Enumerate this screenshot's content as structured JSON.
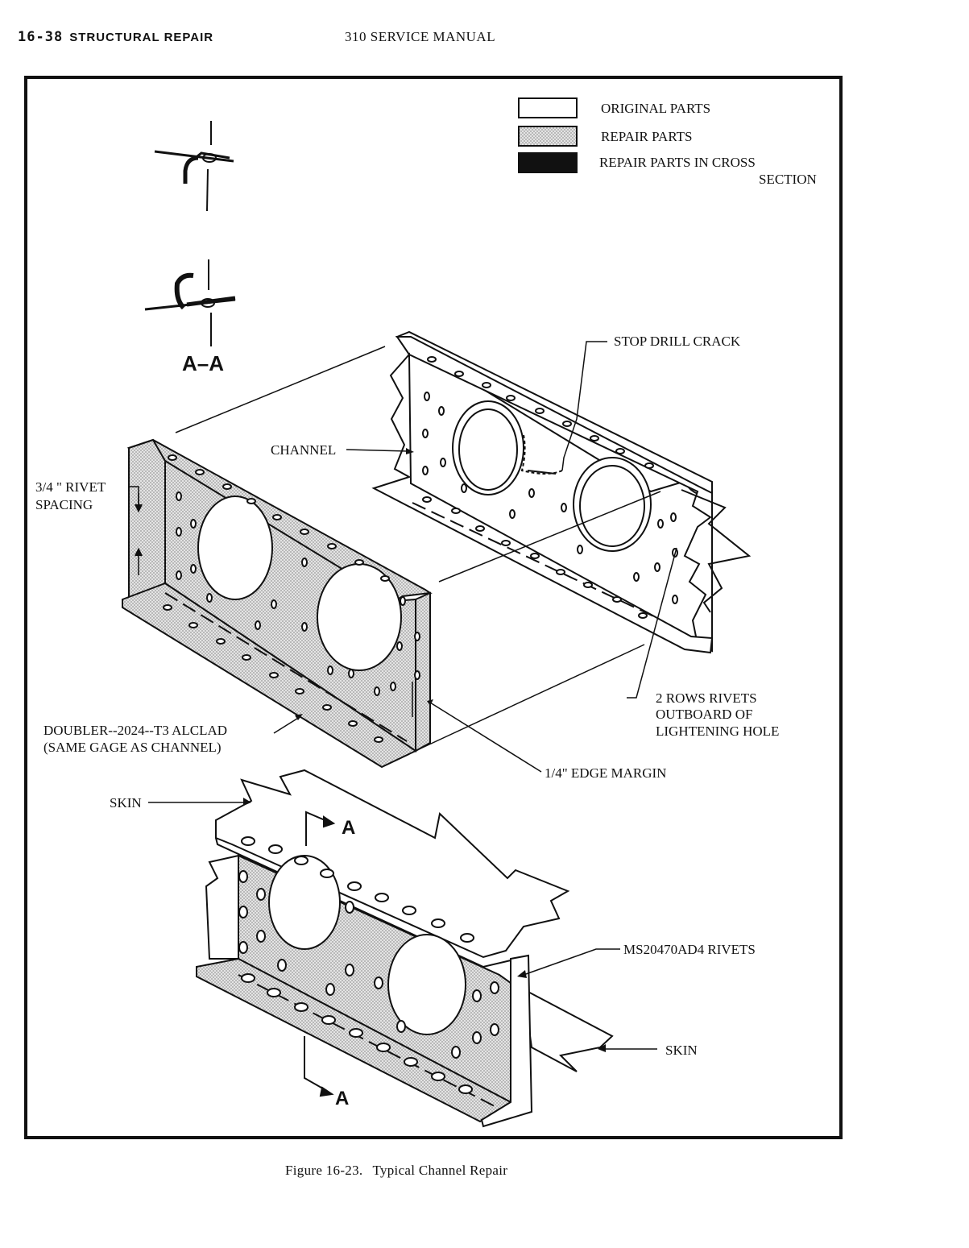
{
  "header": {
    "page_number": "16-38",
    "section": "STRUCTURAL REPAIR",
    "manual": "310 SERVICE MANUAL"
  },
  "legend": {
    "original_parts": "ORIGINAL PARTS",
    "repair_parts": "REPAIR PARTS",
    "cross_section_line1": "REPAIR PARTS IN CROSS",
    "cross_section_line2": "SECTION"
  },
  "labels": {
    "section_aa": "A–A",
    "stop_drill_crack": "STOP DRILL CRACK",
    "channel": "CHANNEL",
    "rivet_spacing_1": "3/4 \" RIVET",
    "rivet_spacing_2": "SPACING",
    "two_rows_1": "2 ROWS RIVETS",
    "two_rows_2": "OUTBOARD OF",
    "two_rows_3": "LIGHTENING HOLE",
    "doubler_1": "DOUBLER--2024--T3 ALCLAD",
    "doubler_2": "(SAME GAGE AS CHANNEL)",
    "edge_margin": "1/4\" EDGE MARGIN",
    "skin_left": "SKIN",
    "skin_right": "SKIN",
    "section_mark_top": "A",
    "section_mark_bottom": "A",
    "rivets": "MS20470AD4 RIVETS"
  },
  "caption": {
    "figure": "Figure 16-23.",
    "title": "Typical Channel Repair"
  },
  "colors": {
    "ink": "#111111",
    "repair_fill": "#cfcfcf",
    "paper": "#ffffff"
  }
}
